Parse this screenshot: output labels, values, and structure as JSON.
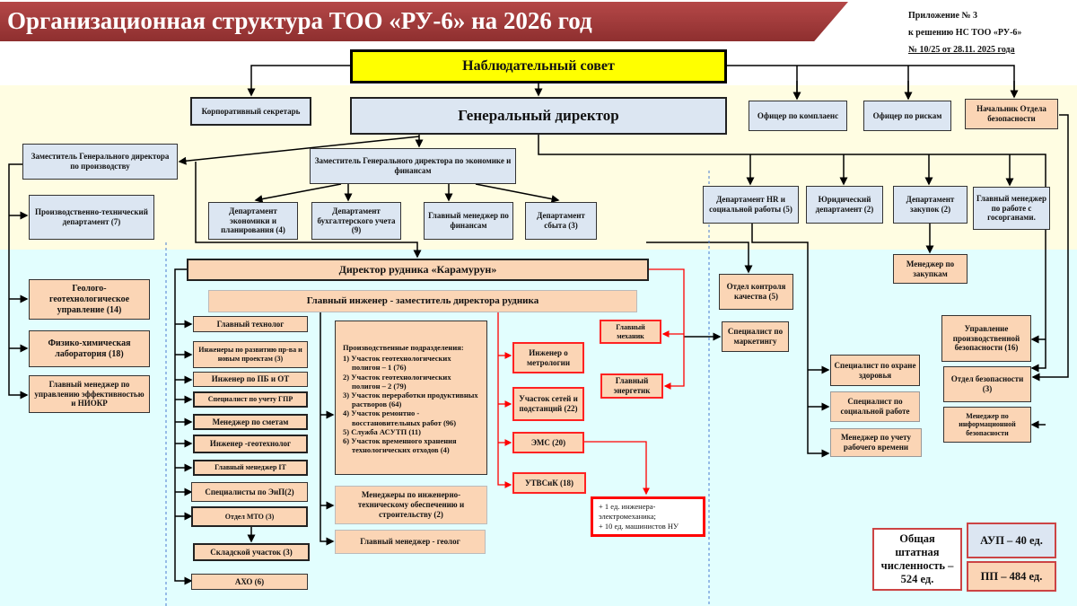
{
  "title": "Организационная структура ТОО «РУ-6»  на 2026 год",
  "appendix": {
    "line1": "Приложение № 3",
    "line2": "к решению НС ТОО «РУ-6»",
    "line3": "№ 10/25 от 28.11. 2025 года"
  },
  "board": "Наблюдательный совет",
  "corp_secretary": "Корпоративный секретарь",
  "ceo": "Генеральный директор",
  "compliance": "Офицер по комплаенс",
  "risk": "Офицер по рискам",
  "security_head": "Начальник Отдела безопасности",
  "deputy_prod": "Заместитель Генерального директора по производству",
  "deputy_fin": "Заместитель Генерального директора по экономике и  финансам",
  "ptd": "Производственно-технический департамент (7)",
  "fin_units": [
    "Департамент экономики  и планирования (4)",
    "Департамент бухгалтерского учета (9)",
    "Главный менеджер по финансам",
    "Департамент сбыта (3)"
  ],
  "right_units": [
    "Департамент HR и социальной работы (5)",
    "Юридический департамент (2)",
    "Департамент закупок (2)",
    "Главный менеджер по работе с госорганами."
  ],
  "procurement_manager": "Менеджер по закупкам",
  "quality": "Отдел контроля качества (5)",
  "marketing": "Специалист по маркетингу",
  "left_units": [
    "Геолого-геотехнологическое управление (14)",
    "Физико-химическая лаборатория (18)",
    "Главный менеджер по управлению эффективностью и НИОКР"
  ],
  "mine_director": "Директор рудника «Карамурун»",
  "chief_engineer": "Главный инженер - заместитель директора рудника",
  "mine_units": [
    "Главный технолог",
    "Инженеры по развитию пр-ва и новым проектам (3)",
    "Инженер по ПБ и ОТ",
    "Специалист по учету ГПР",
    "Менеджер по сметам",
    "Инженер -геотехнолог",
    "Главный менеджер IT",
    "Специалисты по ЭиП(2)",
    "Отдел МТО (3)",
    "Складской участок (3)",
    "АХО (6)"
  ],
  "production": {
    "heading": "Производственные подразделения:",
    "items": [
      "1) Участок геотехнологических полигон – 1 (76)",
      "2) Участок геотехнологических полигон – 2  (79)",
      "3) Участок переработки продуктивных растворов (64)",
      "4) Участок ремонтно - восстановительных работ (96)",
      "5) Служба АСУТП (11)",
      "6) Участок временного хранения технологических отходов (4)"
    ]
  },
  "eng_managers": "Менеджеры по инженерно-техническому обеспечению и строительству (2)",
  "geologist": "Главный менеджер - геолог",
  "red_units": [
    "Инженер о метрологии",
    "Участок сетей и подстанций (22)",
    "ЭМС (20)",
    "УТВСиК (18)"
  ],
  "mechanic": "Главный механик",
  "energetic": "Главный энергетик",
  "note": [
    "+ 1 ед. инженера-электромеханика;",
    "+ 10 ед. машинистов НУ"
  ],
  "hr_sub": [
    "Специалист по охране здоровья",
    "Специалист по социальной работе",
    "Менеджер по учету рабочего времени"
  ],
  "security_sub": [
    "Управление производственной безопасности (16)",
    "Отдел безопасности (3)",
    "Менеджер по информационной безопасности"
  ],
  "totals": {
    "total": "Общая штатная численность – 524 ед.",
    "aup": "АУП – 40 ед.",
    "pp": "ПП – 484 ед."
  }
}
